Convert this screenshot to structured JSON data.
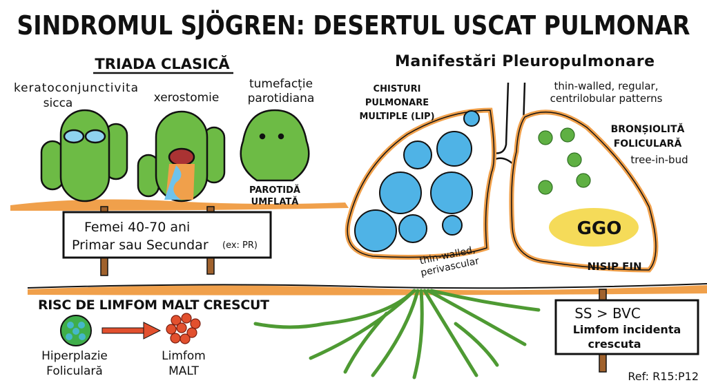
{
  "title": "SINDROMUL SJÖGREN: DESERTUL USCAT PULMONAR",
  "triad": {
    "heading": "TRIADA CLASICĂ",
    "items": [
      {
        "label_lines": [
          "keratoconjunctivita",
          "sicca"
        ],
        "icon": "cactus-dry-eyes-icon"
      },
      {
        "label_lines": [
          "xerostomie"
        ],
        "icon": "cactus-dry-mouth-icon"
      },
      {
        "label_lines": [
          "tumefacție",
          "parotidiana"
        ],
        "icon": "cactus-swollen-icon",
        "caption_lines": [
          "PAROTIDĂ",
          "UMFLATĂ"
        ]
      }
    ]
  },
  "demographics_sign": {
    "line1": "Femei 40-70 ani",
    "line2": "Primar sau Secundar",
    "line2_note": "(ex: PR)"
  },
  "lymphoma_risk": {
    "heading": "RISC DE LIMFOM MALT CRESCUT",
    "from_lines": [
      "Hiperplazie",
      "Foliculară"
    ],
    "to_lines": [
      "Limfom",
      "MALT"
    ],
    "from_color": "#3fae4a",
    "to_color": "#e2502e"
  },
  "pulmonary": {
    "heading": "Manifestări Pleuropulmonare",
    "cysts_label": [
      "CHISTURI",
      "PULMONARE",
      "MULTIPLE (LIP)"
    ],
    "cysts_note": [
      "thin-walled,",
      "perivascular"
    ],
    "pattern_note": [
      "thin-walled, regular,",
      "centrilobular patterns"
    ],
    "bronchiolitis_label": [
      "BRONȘIOLITĂ",
      "FOLICULARĂ"
    ],
    "bronchiolitis_note": "tree-in-bud",
    "ggo_label": "GGO",
    "ggo_note": "NISIP FIN"
  },
  "comparison_sign": {
    "line1": "SS > BVC",
    "line2": "Limfom incidenta",
    "line3": "crescuta"
  },
  "reference": "Ref: R15:P12",
  "colors": {
    "cactus": "#6dbb45",
    "sand": "#f0a04b",
    "cyst": "#4fb3e6",
    "ggo": "#f3d53c",
    "outline": "#111111"
  }
}
